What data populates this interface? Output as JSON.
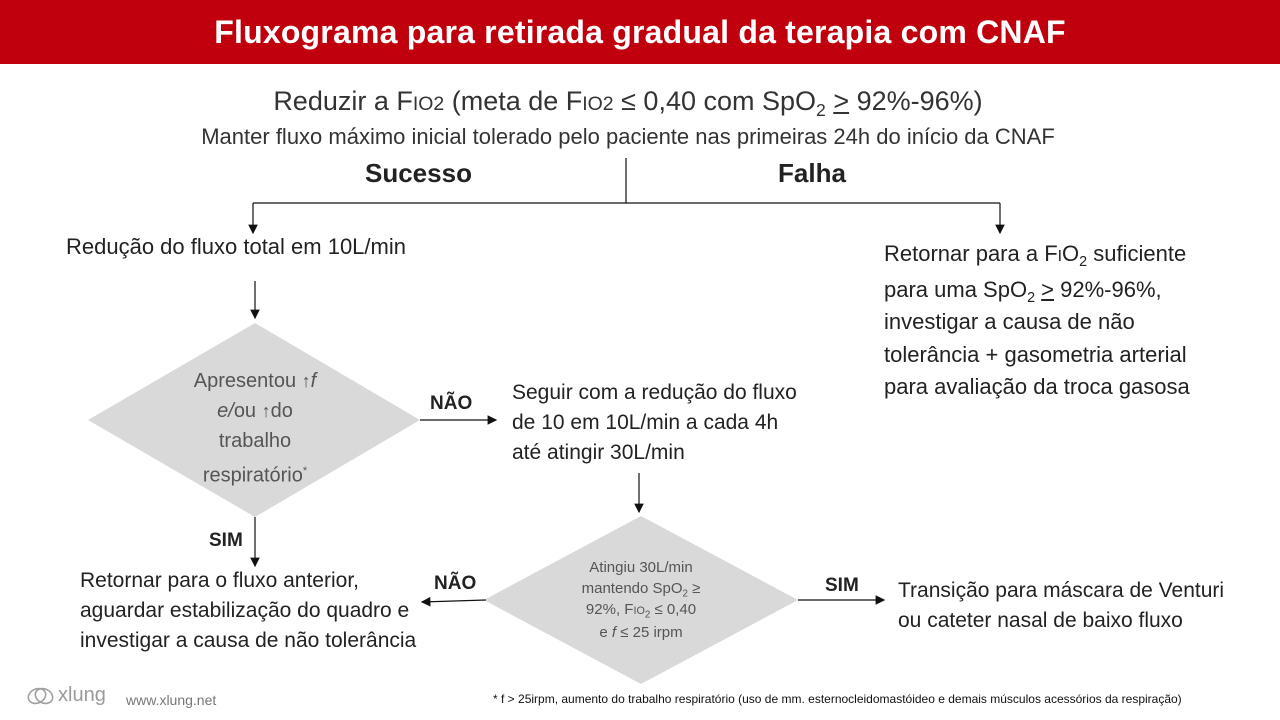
{
  "title": "Fluxograma para retirada gradual da terapia com CNAF",
  "header": {
    "line1": {
      "a": "Reduzir a F",
      "b": "IO",
      "c": "2",
      "d": " (meta de F",
      "e": "IO",
      "f": "2",
      "g": " ≤ 0,40 com SpO",
      "h": "2",
      "i": " ",
      "j": ">",
      "k": " 92%-96%)"
    },
    "line2": "Manter fluxo máximo inicial tolerado pelo paciente nas primeiras 24h do início da CNAF"
  },
  "branches": {
    "success": "Sucesso",
    "failure": "Falha"
  },
  "left": {
    "step1": "Redução do fluxo total em 10L/min"
  },
  "right": {
    "l1a": "Retornar para a F",
    "l1b": "I",
    "l1c": "O",
    "l1d": "2",
    "l1e": " suficiente",
    "l2a": "para uma SpO",
    "l2b": "2",
    "l2c": " ",
    "l2d": ">",
    "l2e": " 92%-96%,",
    "l3": "investigar a causa de não",
    "l4": "tolerância + gasometria arterial",
    "l5": "para avaliação da troca gasosa"
  },
  "diamond1": {
    "l1a": "Apresentou",
    "l1b": "f",
    "l2a": "e/",
    "l2b": "ou",
    "l2c": "do",
    "l3": "trabalho",
    "l4": "respiratório",
    "l4sup": "*"
  },
  "labels": {
    "nao1": "NÃO",
    "sim1": "SIM",
    "nao2": "NÃO",
    "sim2": "SIM"
  },
  "middle": {
    "l1": "Seguir com a redução do fluxo",
    "l2": "de 10 em 10L/min a cada 4h",
    "l3": "até atingir 30L/min"
  },
  "bottom_left": {
    "l1": "Retornar para o fluxo anterior,",
    "l2": "aguardar estabilização do quadro e",
    "l3": "investigar a causa de não tolerância"
  },
  "diamond2": {
    "l1": "Atingiu 30L/min",
    "l2a": "mantendo SpO",
    "l2b": "2",
    "l2c": " ",
    "l2d": "≥",
    "l3a": "92%, F",
    "l3b": "IO",
    "l3c": "2",
    "l3d": " ≤ 0,40",
    "l4a": "e ",
    "l4b": "f",
    "l4c": " ≤ 25 irpm"
  },
  "bottom_right": {
    "l1": "Transição para máscara de Venturi",
    "l2": "ou cateter nasal de baixo fluxo"
  },
  "footer": {
    "brand": "xlung",
    "url": "www.xlung.net",
    "note": "* f > 25irpm, aumento do trabalho respiratório (uso de mm. esternocleidomastóideo e demais músculos acessórios da respiração)"
  },
  "colors": {
    "title_bg": "#c0000c",
    "diamond": "#d9d9d9",
    "text": "#222222"
  }
}
